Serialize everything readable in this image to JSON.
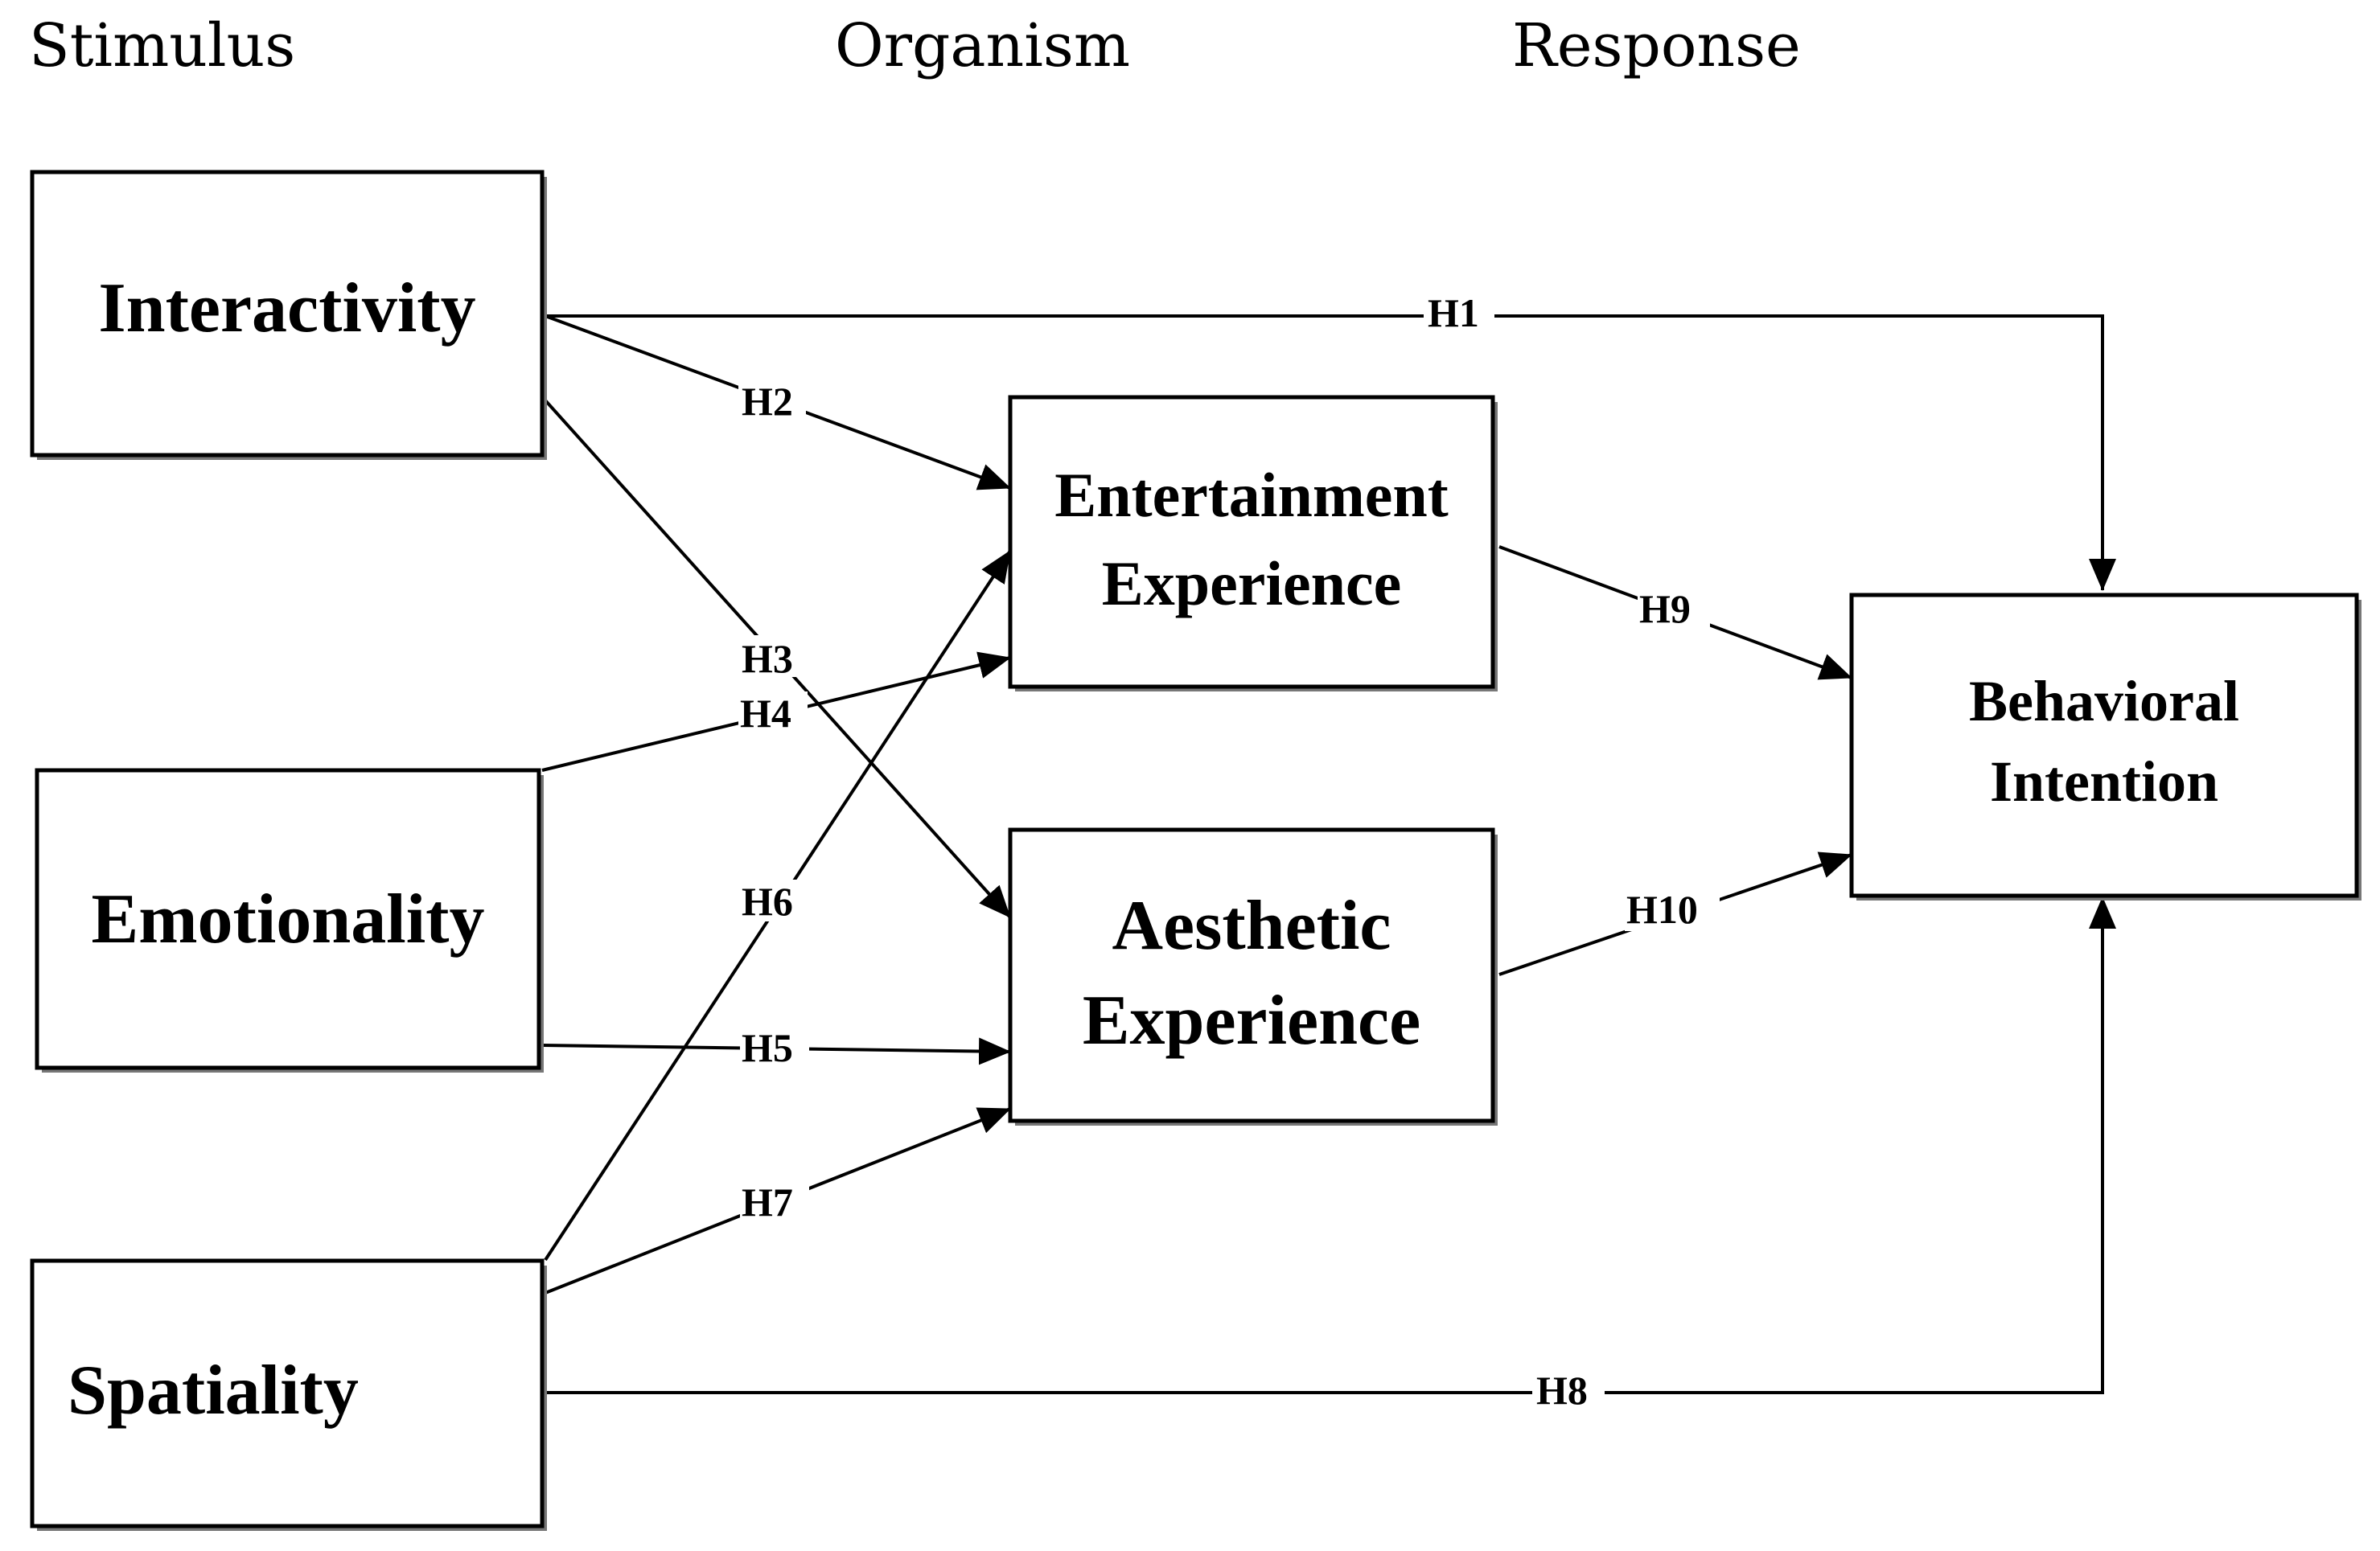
{
  "headers": {
    "stimulus": "Stimulus",
    "organism": "Organism",
    "response": "Response"
  },
  "nodes": {
    "interactivity": [
      "Interactivity"
    ],
    "emotionality": [
      "Emotionality"
    ],
    "spatiality": [
      "Spatiality"
    ],
    "entertainment": [
      "Entertainment",
      "Experience"
    ],
    "aesthetic": [
      "Aesthetic",
      "Experience"
    ],
    "behavioral": [
      "Behavioral",
      "Intention"
    ]
  },
  "hypotheses": {
    "h1": "H1",
    "h2": "H2",
    "h3": "H3",
    "h4": "H4",
    "h5": "H5",
    "h6": "H6",
    "h7": "H7",
    "h8": "H8",
    "h9": "H9",
    "h10": "H10"
  },
  "colors": {
    "line": "#000000",
    "background": "#ffffff"
  }
}
